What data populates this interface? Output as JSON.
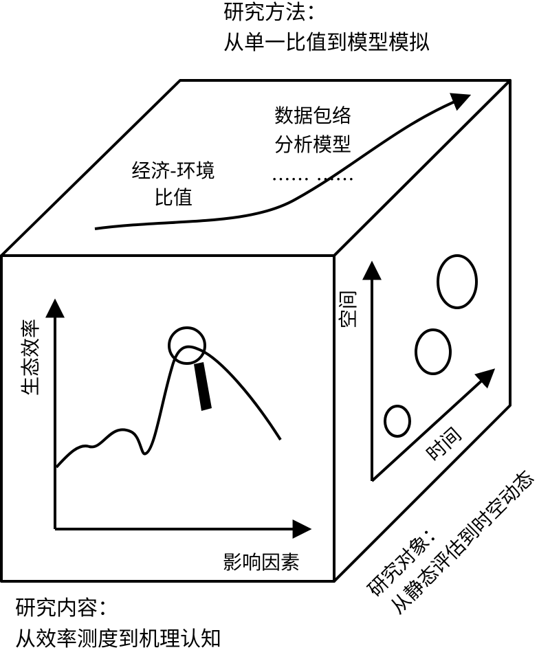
{
  "method": {
    "title": "研究方法：",
    "subtitle": "从单一比值到模型模拟",
    "early_label_1": "经济-环境",
    "early_label_2": "比值",
    "late_label_1": "数据包络",
    "late_label_2": "分析模型",
    "ellipsis": "…… ……"
  },
  "content": {
    "title": "研究内容：",
    "subtitle": "从效率测度到机理认知",
    "y_axis": "生态效率",
    "x_axis": "影响因素"
  },
  "object": {
    "title": "研究对象：",
    "subtitle": "从静态评估到时空动态",
    "y_axis": "空间",
    "x_axis": "时间"
  }
}
